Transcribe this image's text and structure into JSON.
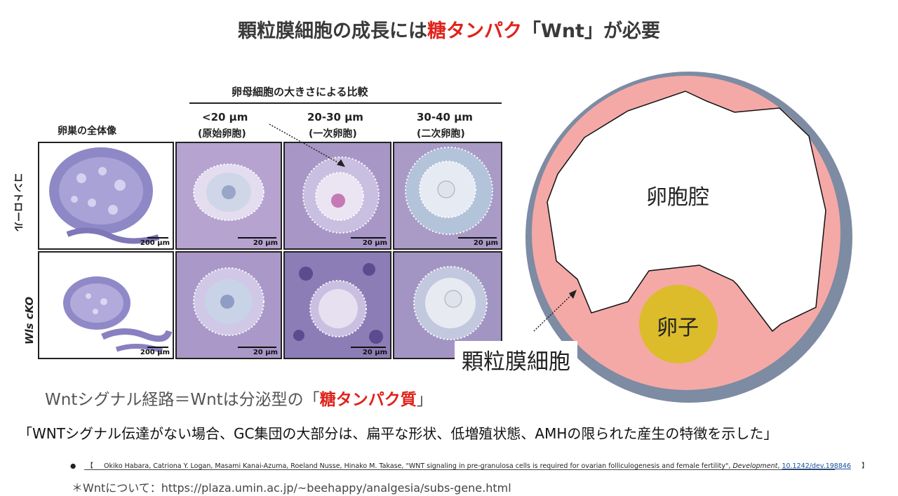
{
  "title": {
    "part1": "顆粒膜細胞の成長には",
    "highlight": "糖タンパク",
    "part2": "「Wnt」が必要"
  },
  "figure": {
    "header": "卵母細胞の大きさによる比較",
    "col_whole": "卵巣の全体像",
    "col1_size": "<20 μm",
    "col1_type": "(原始卵胞)",
    "col2_size": "20-30 μm",
    "col2_type": "(一次卵胞)",
    "col3_size": "30-40 μm",
    "col3_type": "(二次卵胞)",
    "row_control": "コントロール",
    "row_cko": "Wls cKO",
    "scale_200": "200 μm",
    "scale_20": "20 μm"
  },
  "diagram": {
    "antrum": "卵胞腔",
    "oocyte": "卵子",
    "granulosa": "顆粒膜細胞",
    "colors": {
      "outer_ring": "#7d8ba3",
      "granulosa": "#f4a9a6",
      "oocyte": "#dcbc2a",
      "antrum": "#ffffff"
    }
  },
  "subtitle": {
    "part1": "Wntシグナル経路＝Wntは分泌型の「",
    "highlight": "糖タンパク質",
    "part2": "」"
  },
  "quote": "「WNTシグナル伝達がない場合、GC集団の大部分は、扁平な形状、低増殖状態、AMHの限られた産生の特徴を示した」",
  "reference": {
    "bullet": "●",
    "open": "【",
    "authors_title": "Okiko Habara, Catriona Y. Logan, Masami Kanai-Azuma, Roeland Nusse, Hinako M. Takase, \"WNT signaling in pre-granulosa cells is required for ovarian folliculogenesis and female fertility\", ",
    "journal": "Development",
    "sep": ", ",
    "doi": "10.1242/dev.198846",
    "close": "】"
  },
  "footnote": "＊Wntについて：https://plaza.umin.ac.jp/~beehappy/analgesia/subs-gene.html"
}
